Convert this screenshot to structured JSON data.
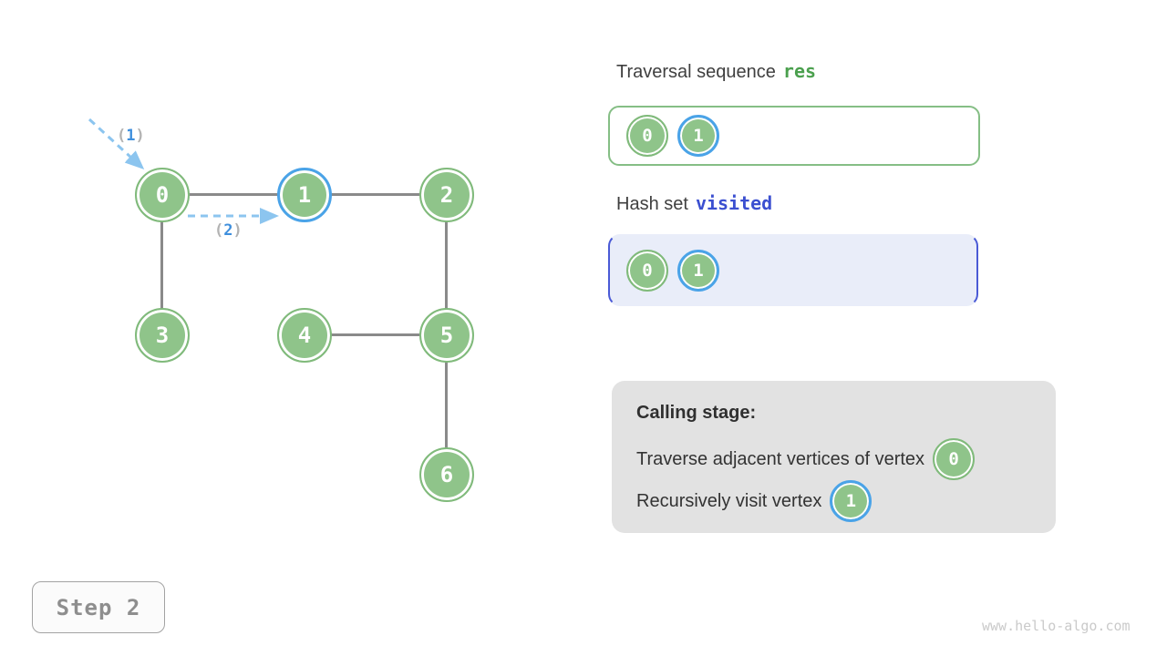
{
  "graph": {
    "nodes": [
      {
        "value": "0",
        "highlighted": false
      },
      {
        "value": "1",
        "highlighted": true
      },
      {
        "value": "2",
        "highlighted": false
      },
      {
        "value": "3",
        "highlighted": false
      },
      {
        "value": "4",
        "highlighted": false
      },
      {
        "value": "5",
        "highlighted": false
      },
      {
        "value": "6",
        "highlighted": false
      }
    ],
    "edges": [
      "0-1",
      "1-2",
      "0-3",
      "2-5",
      "4-5",
      "5-6"
    ],
    "arrows": [
      {
        "open": "(",
        "num": "1",
        "close": ")"
      },
      {
        "open": "(",
        "num": "2",
        "close": ")"
      }
    ]
  },
  "res_panel": {
    "title_prefix": "Traversal sequence",
    "title_code": "res",
    "items": [
      {
        "value": "0",
        "highlighted": false
      },
      {
        "value": "1",
        "highlighted": true
      }
    ]
  },
  "visited_panel": {
    "title_prefix": "Hash set",
    "title_code": "visited",
    "items": [
      {
        "value": "0",
        "highlighted": false
      },
      {
        "value": "1",
        "highlighted": true
      }
    ]
  },
  "calling_stage": {
    "title": "Calling stage:",
    "lines": [
      {
        "text": "Traverse adjacent vertices of vertex",
        "node": "0",
        "highlighted": false
      },
      {
        "text": "Recursively visit vertex",
        "node": "1",
        "highlighted": true
      }
    ]
  },
  "step": {
    "label": "Step 2"
  },
  "watermark": "www.hello-algo.com",
  "colors": {
    "node_green": "#8fc48a",
    "highlight_blue": "#4aa3e8",
    "res_green": "#4ba04e",
    "visited_blue": "#3b4fd0",
    "edge_gray": "#8a8a8a",
    "visited_bg": "#e9edf9",
    "calling_bg": "#e2e2e2"
  }
}
